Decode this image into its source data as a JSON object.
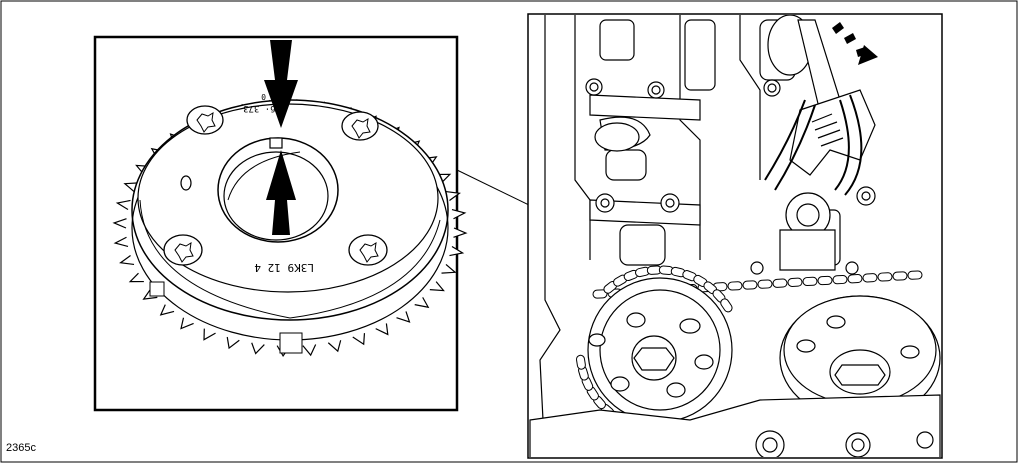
{
  "figure_id": "2365c",
  "gear_markings": {
    "outer_code": "K6· 373",
    "outer_small": "0",
    "inner_code": "L3K9 12 4"
  },
  "icons": {
    "alignment_arrow_down": "arrow-down-icon",
    "alignment_arrow_up": "arrow-up-icon",
    "rotation_direction": "curved-arrow-icon",
    "tool": "wrench-icon"
  },
  "colors": {
    "line": "#000000",
    "background": "#ffffff",
    "hatch_arrow": "#000000"
  }
}
